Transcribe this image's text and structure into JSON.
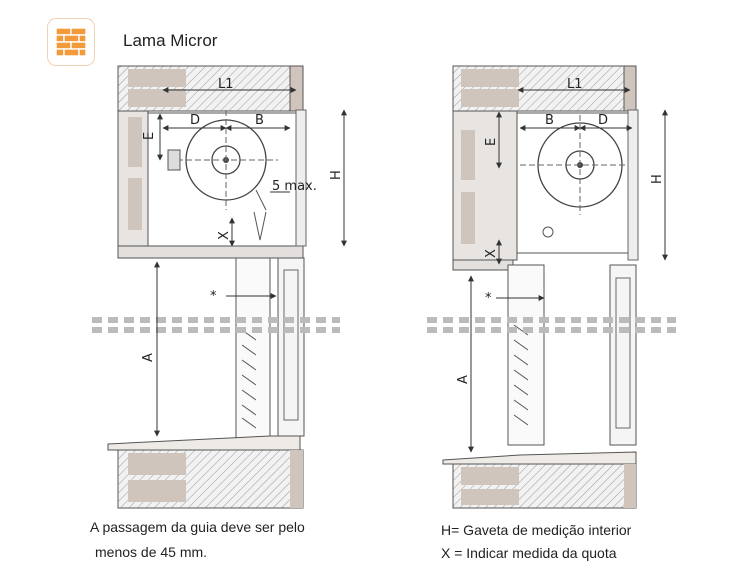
{
  "header": {
    "title": "Lama Micror",
    "icon": "brick-wall-icon"
  },
  "colors": {
    "accent": "#f39a3a",
    "masonry": "#cfc5bd",
    "line": "#444444"
  },
  "left_diagram": {
    "labels": {
      "l1": "L1",
      "d": "D",
      "b": "B",
      "e": "E",
      "h": "H",
      "five_max": "5 max.",
      "x": "X",
      "star": "*",
      "a": "A"
    }
  },
  "right_diagram": {
    "labels": {
      "l1": "L1",
      "b": "B",
      "d": "D",
      "e": "E",
      "h": "H",
      "x": "X",
      "star": "*",
      "a": "A"
    }
  },
  "captions": {
    "left_line1": "A passagem da guia deve ser pelo",
    "left_line2": "menos de 45 mm.",
    "right_line1": "H= Gaveta de medição interior",
    "right_line2": "X = Indicar medida da quota"
  }
}
